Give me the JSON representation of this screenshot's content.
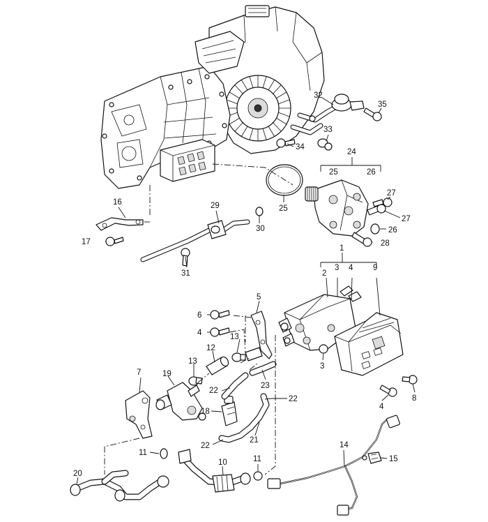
{
  "diagram": {
    "callouts": {
      "c1": "1",
      "c2": "2",
      "c3a": "3",
      "c3b": "3",
      "c4a": "4",
      "c4b": "4",
      "c4c": "4",
      "c5": "5",
      "c6": "6",
      "c7": "7",
      "c8": "8",
      "c9": "9",
      "c10": "10",
      "c11a": "11",
      "c11b": "11",
      "c12": "12",
      "c13a": "13",
      "c13b": "13",
      "c14": "14",
      "c15": "15",
      "c16": "16",
      "c17": "17",
      "c18": "18",
      "c19": "19",
      "c20": "20",
      "c21": "21",
      "c22a": "22",
      "c22b": "22",
      "c22c": "22",
      "c23": "23",
      "c24": "24",
      "c25a": "25",
      "c25b": "25",
      "c26a": "26",
      "c26b": "26",
      "c27a": "27",
      "c27b": "27",
      "c28": "28",
      "c29": "29",
      "c30": "30",
      "c31": "31",
      "c32": "32",
      "c33": "33",
      "c34": "34",
      "c35": "35"
    }
  }
}
